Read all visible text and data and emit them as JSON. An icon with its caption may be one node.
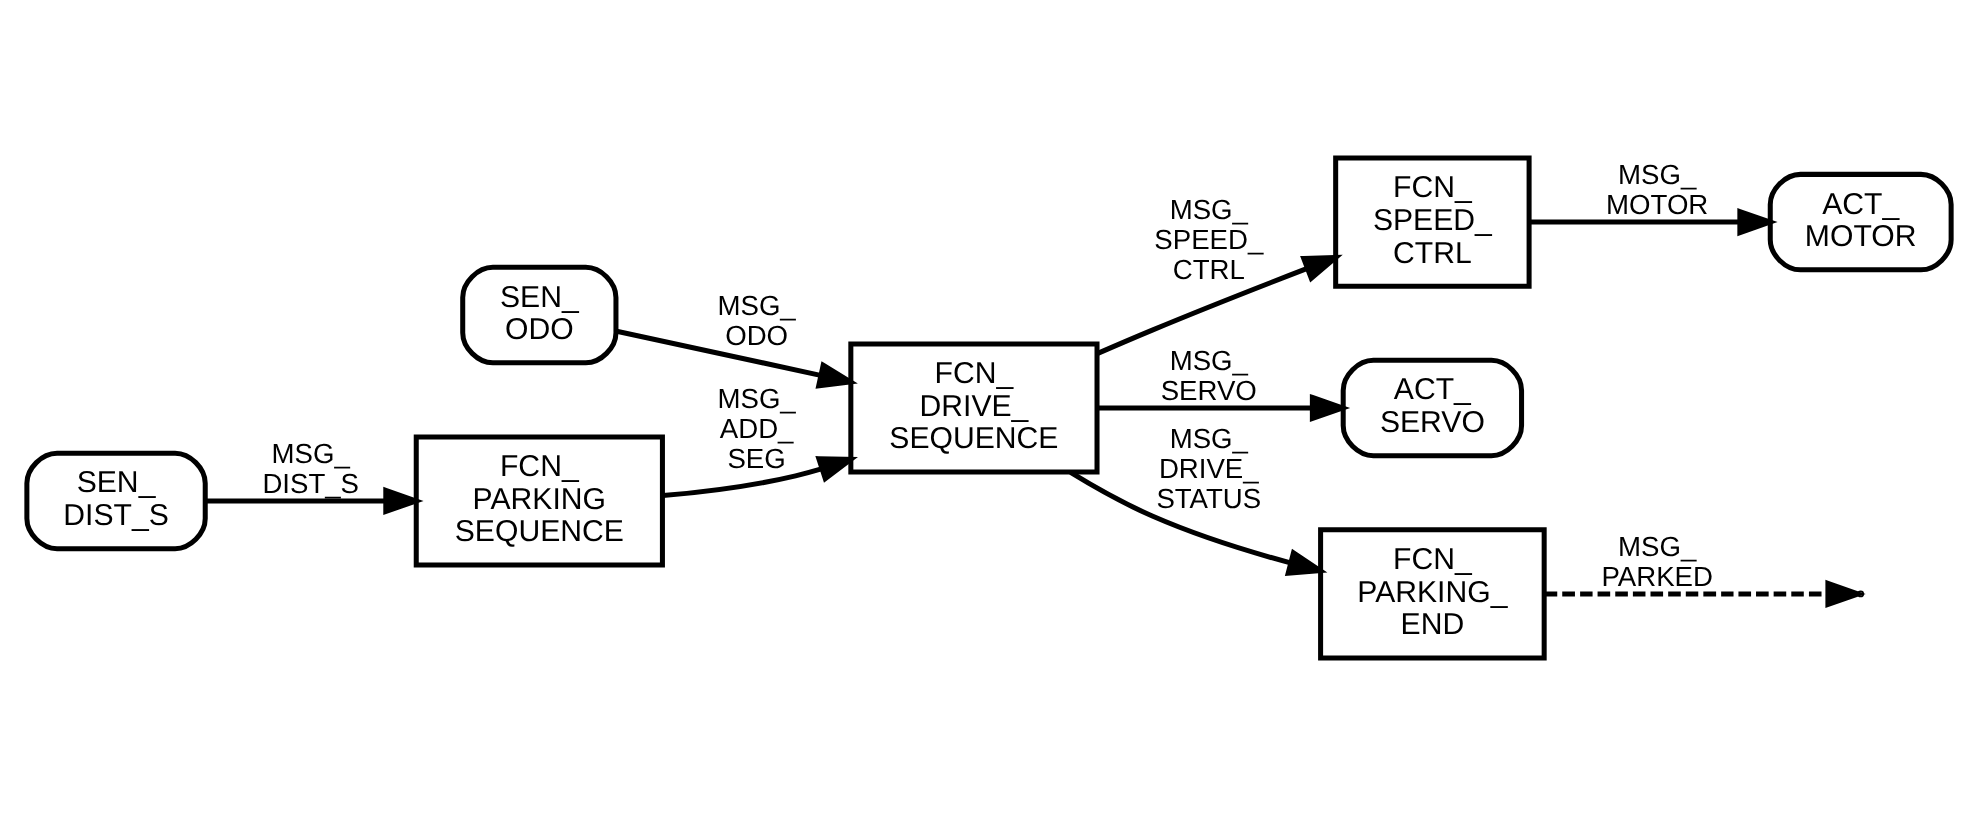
{
  "diagram": {
    "nodes": [
      {
        "text": [
          "SEN_ ODO"
        ]
      },
      {
        "text": [
          "FCN_ DRIVE_ SEQUENCE"
        ]
      },
      {
        "text": [
          "FCN_ SPEED_ CTRL"
        ]
      },
      {
        "text": [
          "ACT_ MOTOR"
        ]
      },
      {
        "text": [
          "ACT_ SERVO"
        ]
      },
      {
        "text": [
          "FCN_ PARKING_ END"
        ]
      },
      {
        "text": [
          "SEN_ DIST_S"
        ]
      },
      {
        "text": [
          "FCN_ PARKING SEQUENCE"
        ]
      }
    ],
    "edges": [
      {
        "from": 0,
        "to": 1,
        "arrow": "to",
        "label": "MSG_ ODO"
      },
      {
        "from": 1,
        "to": 2,
        "arrow": "to",
        "label": "MSG_ SPEED_ CTRL"
      },
      {
        "from": 2,
        "to": 3,
        "arrow": "to",
        "label": "MSG_ MOTOR"
      },
      {
        "from": 1,
        "to": 4,
        "arrow": "to",
        "label": "MSG_ SERVO"
      },
      {
        "from": 1,
        "to": 5,
        "arrow": "to",
        "label": "MSG_ DRIVE_ STATUS"
      },
      {
        "from": 7,
        "to": 1,
        "arrow": "to",
        "label": "MSG_ ADD_ SEG"
      },
      {
        "from": 6,
        "to": 7,
        "arrow": "to",
        "label": "MSG_ DIST_S"
      },
      {
        "from": 5,
        "to": null,
        "arrow": "to",
        "label": "MSG_ PARKED",
        "style": "dashed"
      }
    ]
  }
}
